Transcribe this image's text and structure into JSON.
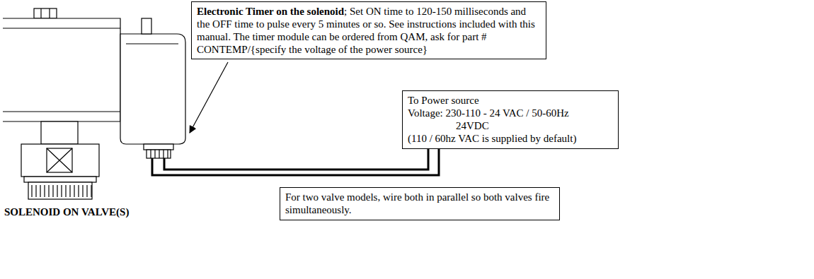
{
  "diagram": {
    "nodes": [
      {
        "text": [
          "Electronic Timer on the solenoid",
          "; Set ON time to 120-150 milliseconds and the OFF time to pulse every 5 minutes or so. See instructions included with this manual. The timer module can be ordered from QAM, ask for part # CONTEMP/{specify the voltage of the power source}"
        ]
      },
      {
        "text": [
          "To Power source",
          "Voltage: 230-110 - 24 VAC / 50-60Hz",
          "24VDC",
          "(110 / 60hz VAC is supplied by default)"
        ]
      },
      {
        "text": [
          "For two valve models, wire both  in parallel so both valves fire simultaneously."
        ]
      }
    ],
    "labels": [
      "SOLENOID ON VALVE(S)"
    ]
  }
}
